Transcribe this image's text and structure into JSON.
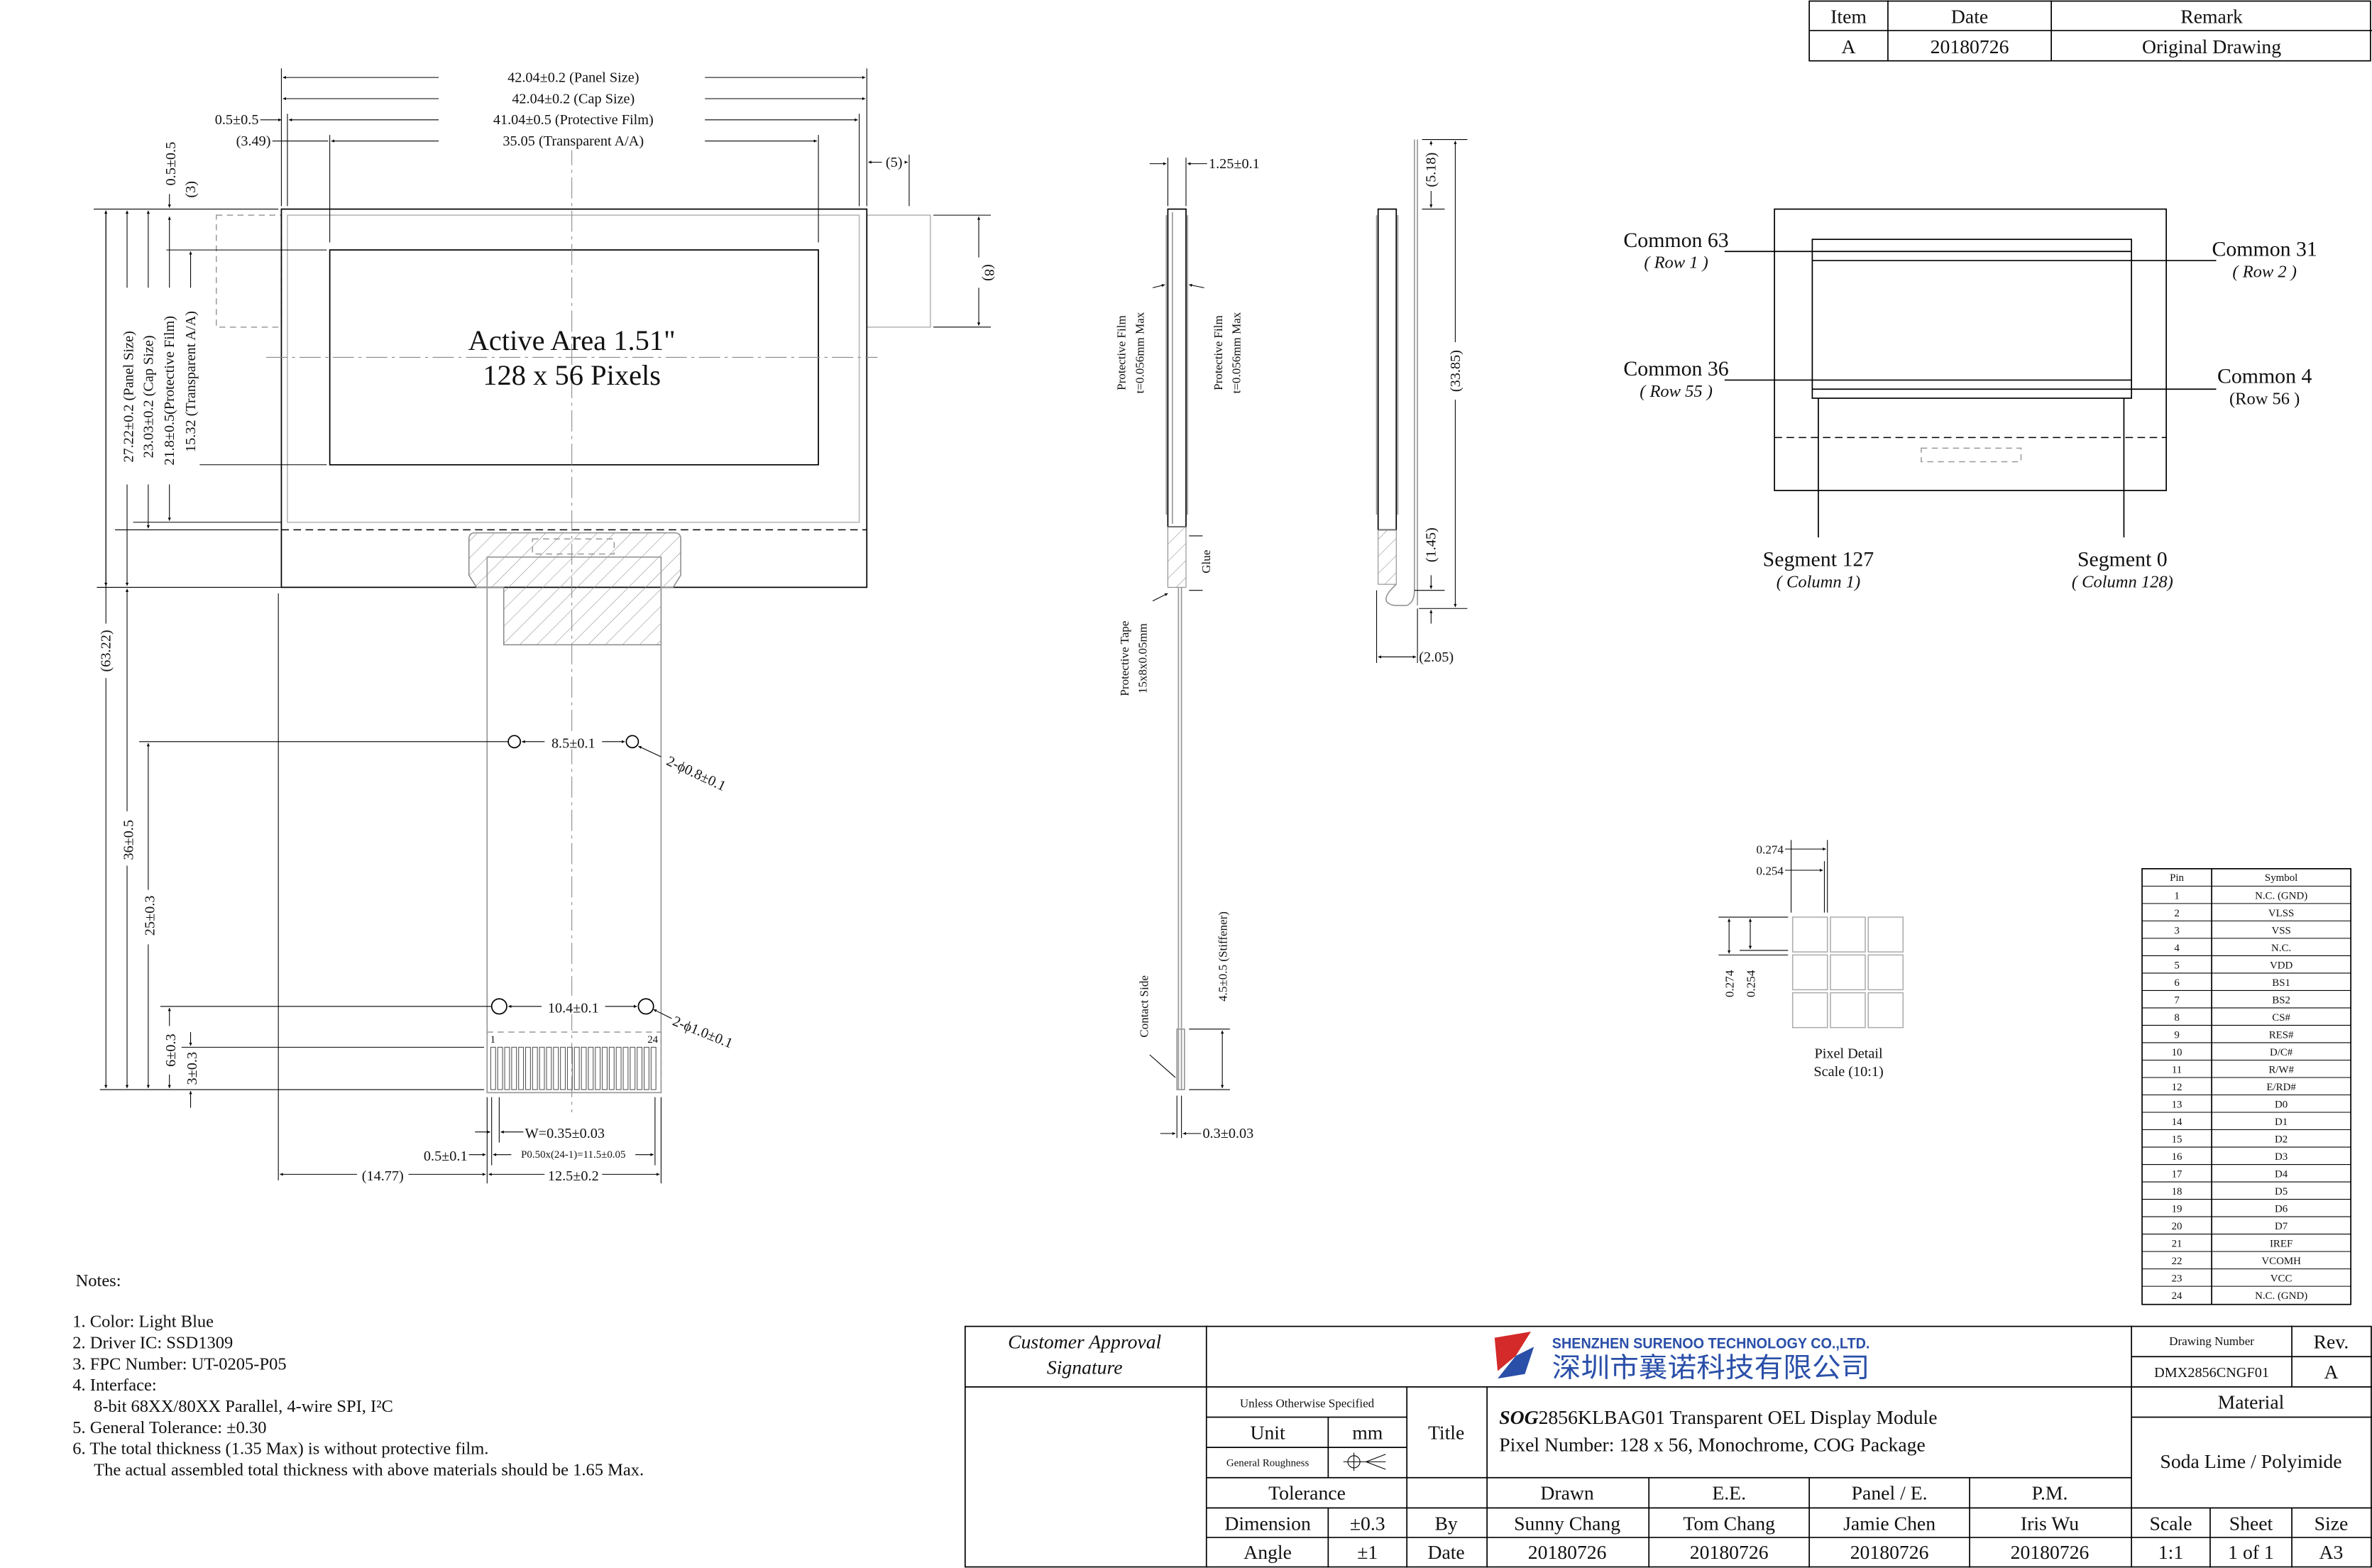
{
  "revision_table": {
    "headers": [
      "Item",
      "Date",
      "Remark"
    ],
    "row": [
      "A",
      "20180726",
      "Original Drawing"
    ]
  },
  "front_view": {
    "active_area_line1": "Active Area 1.51\"",
    "active_area_line2": "128 x 56 Pixels",
    "dims": {
      "panel_w": "42.04±0.2 (Panel Size)",
      "cap_w": "42.04±0.2 (Cap Size)",
      "film_w": "41.04±0.5 (Protective Film)",
      "aa_w": "35.05 (Transparent A/A)",
      "film_off": "0.5±0.5",
      "aa_off": "(3.49)",
      "right5": "(5)",
      "right8": "(8)",
      "panel_h": "27.22±0.2 (Panel Size)",
      "cap_h": "23.03±0.2 (Cap Size)",
      "film_h": "21.8±0.5(Protective Film)",
      "aa_h": "15.32 (Transparent A/A)",
      "film_top": "0.5±0.5",
      "aa_top": "(3)",
      "total_h": "(63.22)",
      "fpc_36": "36±0.5",
      "fpc_25": "25±0.3",
      "fpc_6": "6±0.3",
      "fpc_3": "3±0.3",
      "hole1_pitch": "8.5±0.1",
      "hole1_dia": "2-ϕ0.8±0.1",
      "hole2_pitch": "10.4±0.1",
      "hole2_dia": "2-ϕ1.0±0.1",
      "pin_first": "1",
      "pin_last": "24",
      "pin_w": "W=0.35±0.03",
      "pin_edge": "0.5±0.1",
      "pin_pitch": "P0.50x(24-1)=11.5±0.05",
      "fpc_off": "(14.77)",
      "fpc_w": "12.5±0.2"
    }
  },
  "side_view": {
    "thickness": "1.25±0.1",
    "film_left_1": "Protective Film",
    "film_left_2": "t=0.056mm Max",
    "film_right_1": "Protective Film",
    "film_right_2": "t=0.056mm Max",
    "glue": "Glue",
    "tape_1": "Protective Tape",
    "tape_2": "15x8x0.05mm",
    "contact": "Contact Side",
    "stiffener": "4.5±0.5 (Stiffener)",
    "fpc_t": "0.3±0.03"
  },
  "bent_view": {
    "d518": "(5.18)",
    "d3385": "(33.85)",
    "d145": "(1.45)",
    "d205": "(2.05)"
  },
  "pixel_map": {
    "c63": "Common 63",
    "c63_row": "( Row 1 )",
    "c31": "Common 31",
    "c31_row": "( Row 2 )",
    "c36": "Common 36",
    "c36_row": "( Row 55 )",
    "c4": "Common 4",
    "c4_row": "(Row 56 )",
    "s127": "Segment 127",
    "s127_col": "( Column 1)",
    "s0": "Segment 0",
    "s0_col": "( Column 128)"
  },
  "pixel_detail": {
    "pitch": "0.274",
    "size": "0.254",
    "pitch_v": "0.274",
    "size_v": "0.254",
    "title": "Pixel Detail",
    "scale": "Scale (10:1)"
  },
  "pin_table": {
    "headers": [
      "Pin",
      "Symbol"
    ],
    "rows": [
      [
        "1",
        "N.C. (GND)"
      ],
      [
        "2",
        "VLSS"
      ],
      [
        "3",
        "VSS"
      ],
      [
        "4",
        "N.C."
      ],
      [
        "5",
        "VDD"
      ],
      [
        "6",
        "BS1"
      ],
      [
        "7",
        "BS2"
      ],
      [
        "8",
        "CS#"
      ],
      [
        "9",
        "RES#"
      ],
      [
        "10",
        "D/C#"
      ],
      [
        "11",
        "R/W#"
      ],
      [
        "12",
        "E/RD#"
      ],
      [
        "13",
        "D0"
      ],
      [
        "14",
        "D1"
      ],
      [
        "15",
        "D2"
      ],
      [
        "16",
        "D3"
      ],
      [
        "17",
        "D4"
      ],
      [
        "18",
        "D5"
      ],
      [
        "19",
        "D6"
      ],
      [
        "20",
        "D7"
      ],
      [
        "21",
        "IREF"
      ],
      [
        "22",
        "VCOMH"
      ],
      [
        "23",
        "VCC"
      ],
      [
        "24",
        "N.C. (GND)"
      ]
    ]
  },
  "notes": {
    "heading": "Notes:",
    "items": [
      "1. Color: Light Blue",
      "2. Driver IC: SSD1309",
      "3. FPC Number: UT-0205-P05",
      "4. Interface:",
      "8-bit 68XX/80XX Parallel, 4-wire SPI, I²C",
      "5. General Tolerance: ±0.30",
      "6. The total thickness (1.35 Max) is without protective film.",
      "The actual assembled total thickness with above materials should be 1.65 Max."
    ]
  },
  "title_block": {
    "customer_1": "Customer Approval",
    "customer_2": "Signature",
    "company_en": "SHENZHEN SURENOO TECHNOLOGY CO.,LTD.",
    "company_cn": "深圳市襄诺科技有限公司",
    "drawing_number_label": "Drawing Number",
    "drawing_number": "DMX2856CNGF01",
    "rev_label": "Rev.",
    "rev": "A",
    "unless": "Unless Otherwise Specified",
    "unit_label": "Unit",
    "unit": "mm",
    "roughness": "General Roughness",
    "title_label": "Title",
    "title_bold": "SOG",
    "title_1": "2856KLBAG01 Transparent OEL Display Module",
    "title_2": "Pixel Number: 128 x 56, Monochrome, COG Package",
    "material_label": "Material",
    "material": "Soda Lime / Polyimide",
    "tolerance": "Tolerance",
    "dimension_label": "Dimension",
    "dimension_tol": "±0.3",
    "angle_label": "Angle",
    "angle_tol": "±1",
    "by": "By",
    "date": "Date",
    "roles": [
      "Drawn",
      "E.E.",
      "Panel / E.",
      "P.M."
    ],
    "names": [
      "Sunny Chang",
      "Tom Chang",
      "Jamie Chen",
      "Iris Wu"
    ],
    "dates": [
      "20180726",
      "20180726",
      "20180726",
      "20180726"
    ],
    "scale_label": "Scale",
    "scale": "1:1",
    "sheet_label": "Sheet",
    "sheet": "1 of 1",
    "size_label": "Size",
    "size": "A3",
    "logo_red": "#d42a2a",
    "logo_blue": "#2a4fa8"
  }
}
